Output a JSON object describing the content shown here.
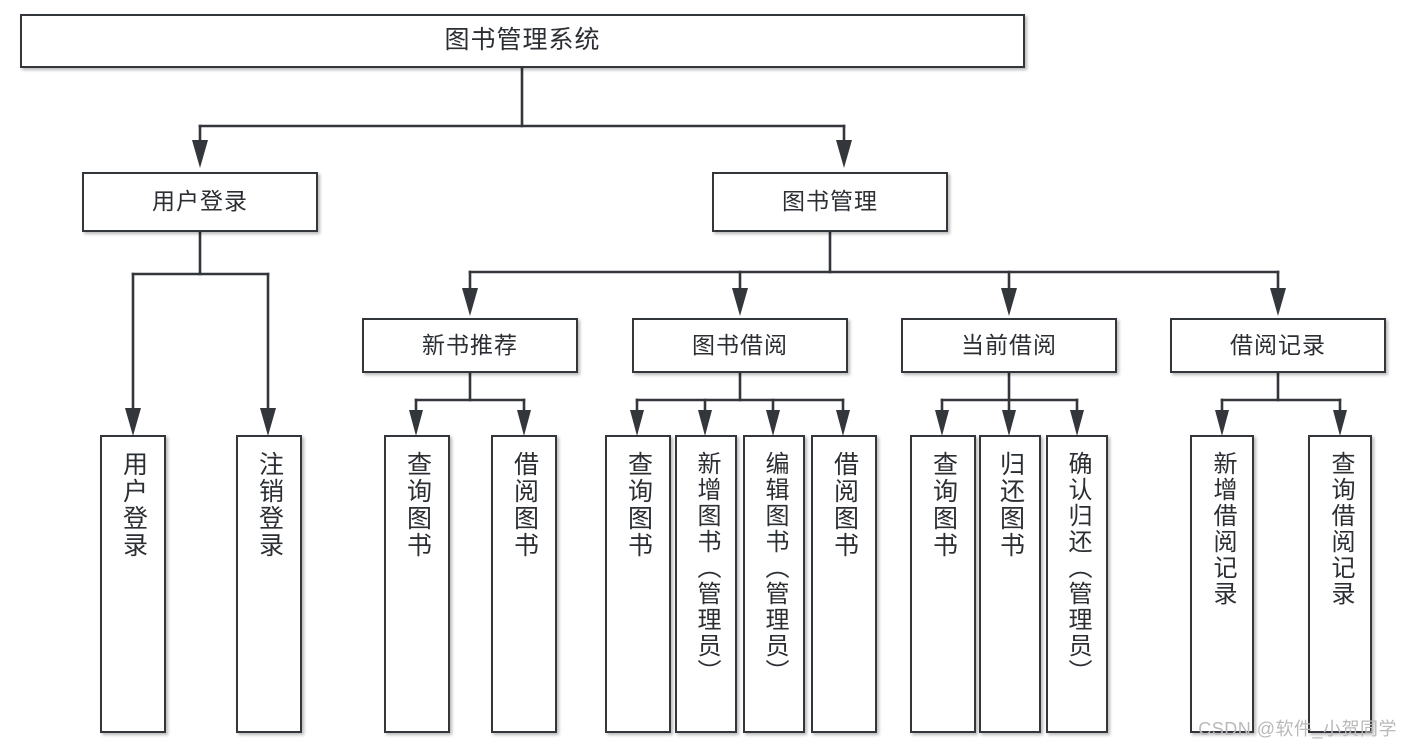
{
  "diagram": {
    "title": "图书管理系统",
    "type": "tree-hierarchy",
    "watermark": "CSDN @软件_小贺同学",
    "colors": {
      "box_border": "#33373b",
      "box_fill": "#ffffff",
      "connector": "#33373b",
      "text": "#2b2f33",
      "watermark": "#b9b9b9",
      "background": "#ffffff"
    },
    "levels": {
      "root": {
        "label": "图书管理系统"
      },
      "level2": [
        {
          "id": "user-login",
          "label": "用户登录"
        },
        {
          "id": "book-manage",
          "label": "图书管理"
        }
      ],
      "level3": [
        {
          "id": "new-book-recommend",
          "label": "新书推荐"
        },
        {
          "id": "book-borrow",
          "label": "图书借阅"
        },
        {
          "id": "current-borrow",
          "label": "当前借阅"
        },
        {
          "id": "borrow-record",
          "label": "借阅记录"
        }
      ],
      "leaves": {
        "user-login": [
          {
            "id": "leaf-user-login",
            "label": "用户登录"
          },
          {
            "id": "leaf-logout",
            "label": "注销登录"
          }
        ],
        "new-book-recommend": [
          {
            "id": "leaf-query-book-1",
            "label": "查询图书"
          },
          {
            "id": "leaf-borrow-book-1",
            "label": "借阅图书"
          }
        ],
        "book-borrow": [
          {
            "id": "leaf-query-book-2",
            "label": "查询图书"
          },
          {
            "id": "leaf-add-book",
            "label": "新增图书（管理员）"
          },
          {
            "id": "leaf-edit-book",
            "label": "编辑图书（管理员）"
          },
          {
            "id": "leaf-borrow-book-2",
            "label": "借阅图书"
          }
        ],
        "current-borrow": [
          {
            "id": "leaf-query-book-3",
            "label": "查询图书"
          },
          {
            "id": "leaf-return-book",
            "label": "归还图书"
          },
          {
            "id": "leaf-confirm-return",
            "label": "确认归还（管理员）"
          }
        ],
        "borrow-record": [
          {
            "id": "leaf-add-record",
            "label": "新增借阅记录"
          },
          {
            "id": "leaf-query-record",
            "label": "查询借阅记录"
          }
        ]
      }
    }
  }
}
